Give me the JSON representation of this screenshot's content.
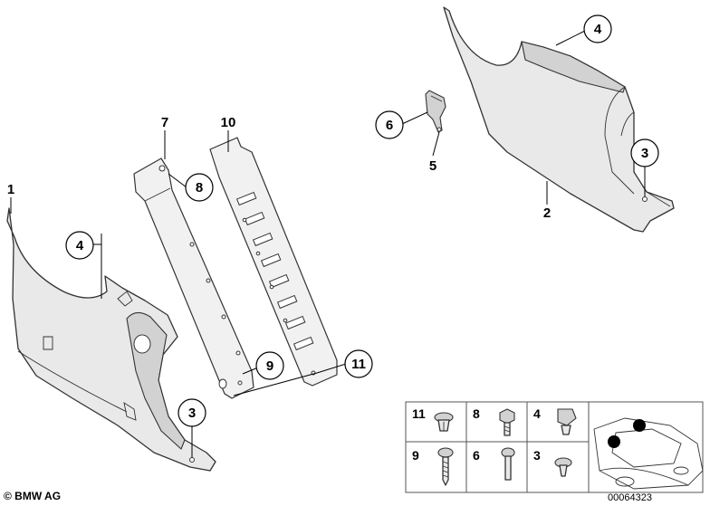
{
  "callouts": {
    "left_trim": "1",
    "right_trim": "2",
    "screw_left": "3",
    "screw_right": "3",
    "trim_edge_left": "4",
    "trim_edge_right": "4",
    "clip": "5",
    "clip_bracket": "6",
    "bracket": "7",
    "bracket_bolt": "8",
    "plate_screw": "9",
    "plate": "10",
    "plate_clip": "11"
  },
  "fastener_table": {
    "row1": [
      "11",
      "8",
      "4"
    ],
    "row2": [
      "9",
      "6",
      "3"
    ]
  },
  "footer": {
    "copyright": "© BMW AG",
    "diagram_number": "00064323"
  }
}
